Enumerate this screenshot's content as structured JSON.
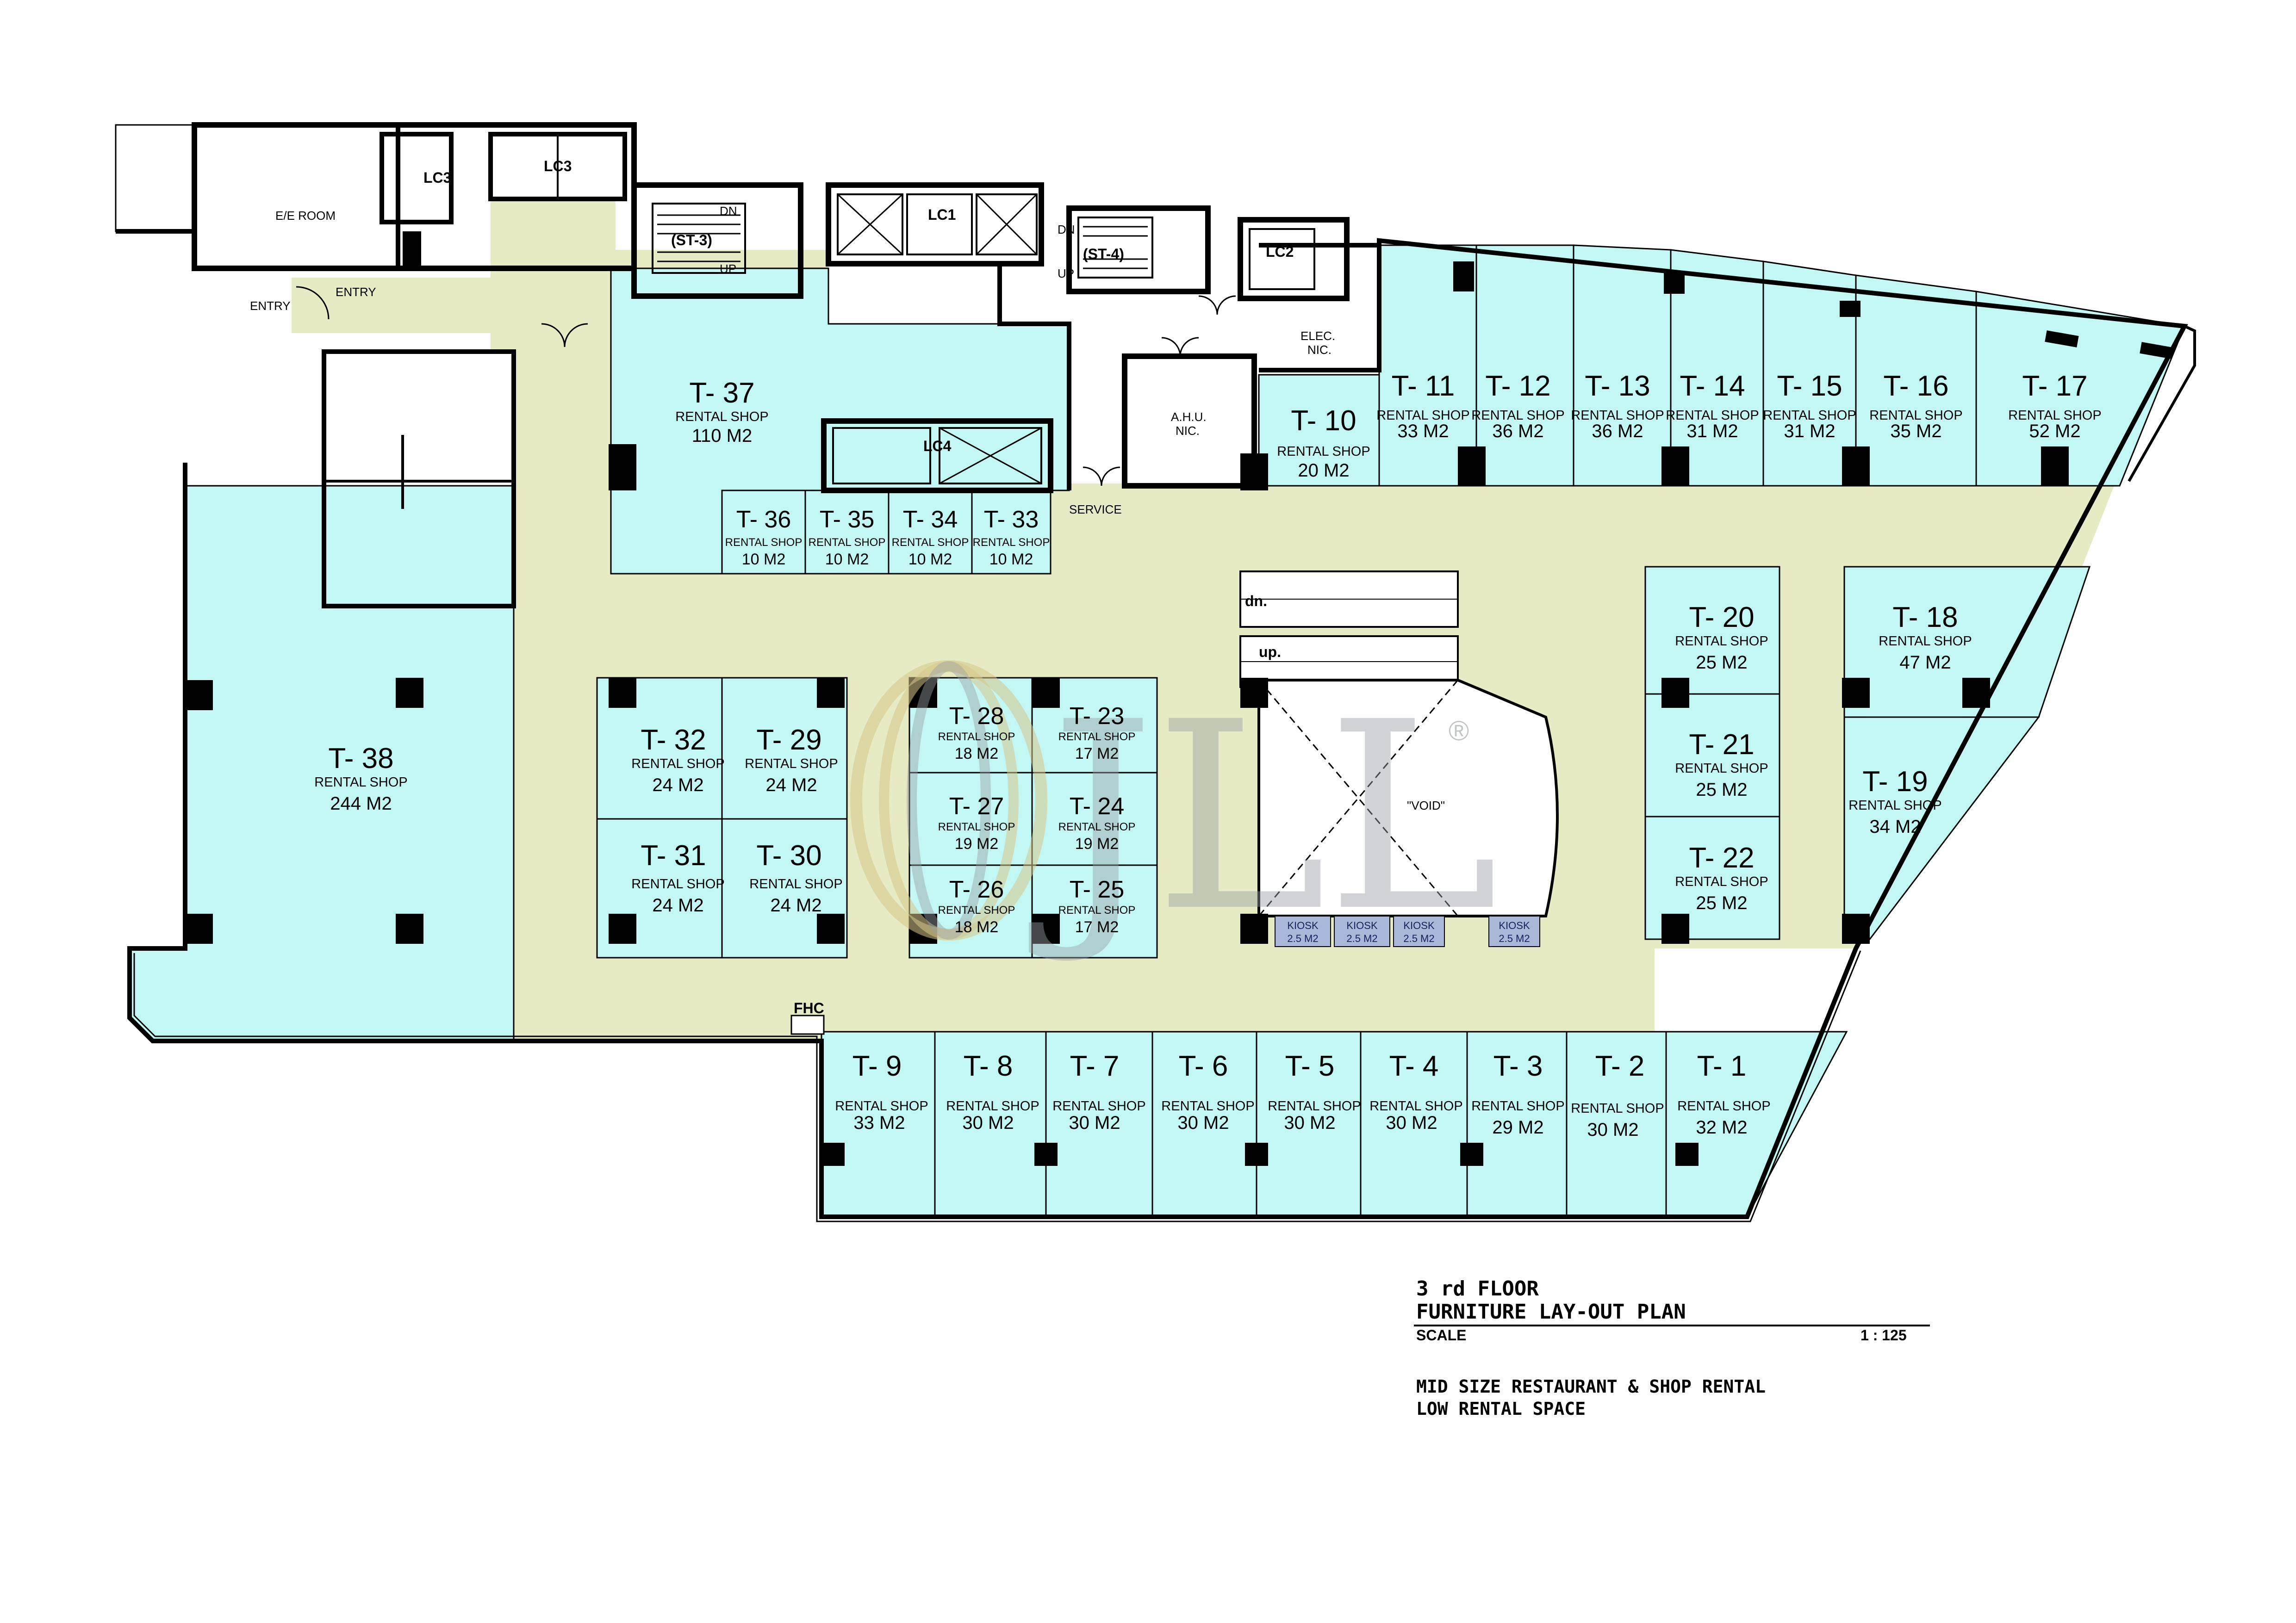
{
  "colors": {
    "shop_fill": "#c3f7f4",
    "corridor_fill": "#e6ebc3",
    "wall": "#000000",
    "kiosk_fill": "#a9b7d9",
    "watermark_grey": "#9aa0a5",
    "watermark_gold": "#d6c68a"
  },
  "shops": {
    "t1": {
      "id": "T- 1",
      "label": "RENTAL SHOP",
      "area": "32 M2"
    },
    "t2": {
      "id": "T- 2",
      "label": "RENTAL SHOP",
      "area": "30 M2"
    },
    "t3": {
      "id": "T- 3",
      "label": "RENTAL SHOP",
      "area": "29 M2"
    },
    "t4": {
      "id": "T- 4",
      "label": "RENTAL SHOP",
      "area": "30 M2"
    },
    "t5": {
      "id": "T- 5",
      "label": "RENTAL SHOP",
      "area": "30 M2"
    },
    "t6": {
      "id": "T- 6",
      "label": "RENTAL SHOP",
      "area": "30 M2"
    },
    "t7": {
      "id": "T- 7",
      "label": "RENTAL SHOP",
      "area": "30 M2"
    },
    "t8": {
      "id": "T- 8",
      "label": "RENTAL SHOP",
      "area": "30 M2"
    },
    "t9": {
      "id": "T- 9",
      "label": "RENTAL SHOP",
      "area": "33 M2"
    },
    "t10": {
      "id": "T- 10",
      "label": "RENTAL SHOP",
      "area": "20 M2"
    },
    "t11": {
      "id": "T- 11",
      "label": "RENTAL SHOP",
      "area": "33 M2"
    },
    "t12": {
      "id": "T- 12",
      "label": "RENTAL SHOP",
      "area": "36 M2"
    },
    "t13": {
      "id": "T- 13",
      "label": "RENTAL SHOP",
      "area": "36 M2"
    },
    "t14": {
      "id": "T- 14",
      "label": "RENTAL SHOP",
      "area": "31 M2"
    },
    "t15": {
      "id": "T- 15",
      "label": "RENTAL SHOP",
      "area": "31 M2"
    },
    "t16": {
      "id": "T- 16",
      "label": "RENTAL SHOP",
      "area": "35 M2"
    },
    "t17": {
      "id": "T- 17",
      "label": "RENTAL SHOP",
      "area": "52 M2"
    },
    "t18": {
      "id": "T- 18",
      "label": "RENTAL SHOP",
      "area": "47 M2"
    },
    "t19": {
      "id": "T- 19",
      "label": "RENTAL SHOP",
      "area": "34 M2"
    },
    "t20": {
      "id": "T- 20",
      "label": "RENTAL SHOP",
      "area": "25 M2"
    },
    "t21": {
      "id": "T- 21",
      "label": "RENTAL SHOP",
      "area": "25 M2"
    },
    "t22": {
      "id": "T- 22",
      "label": "RENTAL SHOP",
      "area": "25 M2"
    },
    "t23": {
      "id": "T- 23",
      "label": "RENTAL SHOP",
      "area": "17 M2"
    },
    "t24": {
      "id": "T- 24",
      "label": "RENTAL SHOP",
      "area": "19 M2"
    },
    "t25": {
      "id": "T- 25",
      "label": "RENTAL SHOP",
      "area": "17 M2"
    },
    "t26": {
      "id": "T- 26",
      "label": "RENTAL SHOP",
      "area": "18 M2"
    },
    "t27": {
      "id": "T- 27",
      "label": "RENTAL SHOP",
      "area": "19 M2"
    },
    "t28": {
      "id": "T- 28",
      "label": "RENTAL SHOP",
      "area": "18 M2"
    },
    "t29": {
      "id": "T- 29",
      "label": "RENTAL SHOP",
      "area": "24 M2"
    },
    "t30": {
      "id": "T- 30",
      "label": "RENTAL SHOP",
      "area": "24 M2"
    },
    "t31": {
      "id": "T- 31",
      "label": "RENTAL SHOP",
      "area": "24 M2"
    },
    "t32": {
      "id": "T- 32",
      "label": "RENTAL SHOP",
      "area": "24 M2"
    },
    "t33": {
      "id": "T- 33",
      "label": "RENTAL SHOP",
      "area": "10 M2"
    },
    "t34": {
      "id": "T- 34",
      "label": "RENTAL SHOP",
      "area": "10 M2"
    },
    "t35": {
      "id": "T- 35",
      "label": "RENTAL SHOP",
      "area": "10 M2"
    },
    "t36": {
      "id": "T- 36",
      "label": "RENTAL SHOP",
      "area": "10 M2"
    },
    "t37": {
      "id": "T- 37",
      "label": "RENTAL SHOP",
      "area": "110 M2"
    },
    "t38": {
      "id": "T- 38",
      "label": "RENTAL SHOP",
      "area": "244 M2"
    }
  },
  "kiosks": [
    {
      "label": "KIOSK",
      "area": "2.5 M2"
    },
    {
      "label": "KIOSK",
      "area": "2.5 M2"
    },
    {
      "label": "KIOSK",
      "area": "2.5 M2"
    },
    {
      "label": "KIOSK",
      "area": "2.5 M2"
    }
  ],
  "rooms": {
    "ee_room": "E/E ROOM",
    "lc1": "LC1",
    "lc2": "LC2",
    "lc3_a": "LC3",
    "lc3_b": "LC3",
    "lc4": "LC4",
    "st3": "(ST-3)",
    "st4": "(ST-4)",
    "elec_1": "ELEC.",
    "elec_2": "NIC.",
    "ahu_1": "A.H.U.",
    "ahu_2": "NIC.",
    "void": "\"VOID\"",
    "entry_a": "ENTRY",
    "entry_b": "ENTRY",
    "service": "SERVICE",
    "fhc": "FHC",
    "dn_a": "DN",
    "up_a": "UP",
    "dn_b": "DN",
    "up_b": "UP",
    "esc_dn": "dn.",
    "esc_up": "up."
  },
  "title_block": {
    "line1": "3 rd FLOOR",
    "line2": "FURNITURE LAY-OUT PLAN",
    "scale_label": "SCALE",
    "scale_value": "1 : 125",
    "note1": "MID SIZE RESTAURANT & SHOP RENTAL",
    "note2": "LOW RENTAL SPACE"
  },
  "watermark": {
    "text": "JLL",
    "mark": "®"
  }
}
